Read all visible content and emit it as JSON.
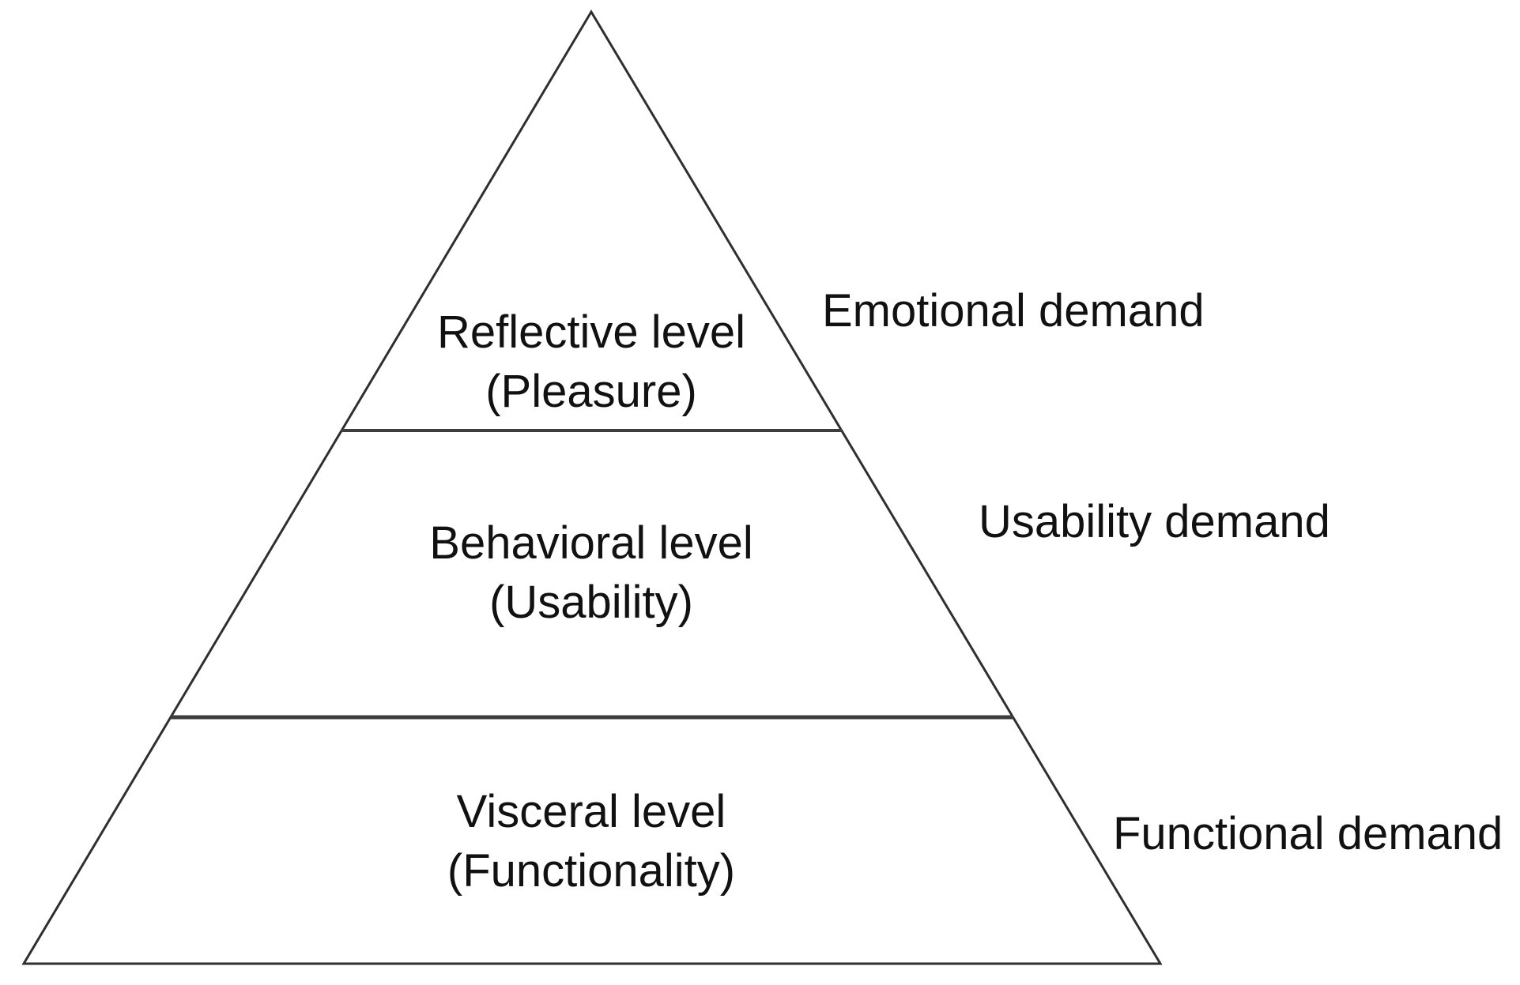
{
  "figure": {
    "type": "pyramid-diagram",
    "levels": [
      {
        "title": "Reflective level",
        "subtitle": "(Pleasure)",
        "demand": "Emotional demand"
      },
      {
        "title": "Behavioral level",
        "subtitle": "(Usability)",
        "demand": "Usability demand"
      },
      {
        "title": "Visceral level",
        "subtitle": "(Functionality)",
        "demand": "Functional demand"
      }
    ],
    "colors": {
      "background": "#ffffff",
      "outline_stroke": "#2f2f2f",
      "divider_stroke": "#3d3d3d",
      "text": "#111111"
    }
  }
}
